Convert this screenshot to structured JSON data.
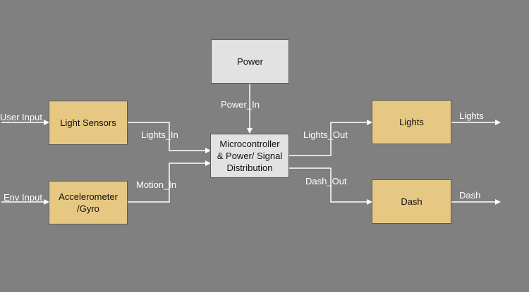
{
  "blocks": {
    "power": "Power",
    "light_sensors": "Light Sensors",
    "accelerometer": "Accelerometer\n/Gyro",
    "mcu": "Microcontroller\n& Power/ Signal\nDistribution",
    "lights": "Lights",
    "dash": "Dash"
  },
  "signals": {
    "power_in": "Power_In",
    "lights_in": "Lights_In",
    "motion_in": "Motion_In",
    "lights_out": "Lights_Out",
    "dash_out": "Dash_Out",
    "user_input": "User Input",
    "env_input": "Env Input",
    "lights_ext": "Lights",
    "dash_ext": "Dash"
  },
  "colors": {
    "background": "#808080",
    "block_fill": "#e6c882",
    "mcu_fill": "#e2e2e2",
    "connector": "#ffffff"
  }
}
